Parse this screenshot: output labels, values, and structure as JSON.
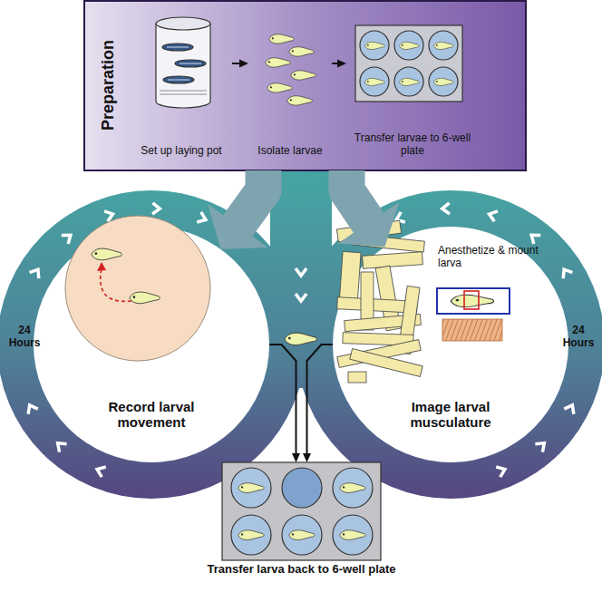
{
  "diagram": {
    "nodes": [
      {
        "text": [
          "Preparation"
        ]
      },
      {
        "text": [
          "Set up laying pot"
        ],
        "in": 0
      },
      {
        "text": [
          "Isolate larvae"
        ],
        "in": 0
      },
      {
        "text": [
          "Transfer larvae to 6-well plate"
        ],
        "in": 0
      },
      {
        "text": [
          "Record larval movement"
        ]
      },
      {
        "text": [
          "Anesthetize & mount larva",
          "Image larval musculature"
        ]
      },
      {
        "text": [
          "Transfer larva back to 6-well plate"
        ]
      }
    ],
    "edges": [
      {
        "from": 1,
        "to": 2,
        "arrow": "to"
      },
      {
        "from": 2,
        "to": 3,
        "arrow": "to"
      },
      {
        "from": 0,
        "to": 4,
        "arrow": "to"
      },
      {
        "from": 0,
        "to": 5,
        "arrow": "to"
      },
      {
        "from": 4,
        "to": 6,
        "arrow": "to"
      },
      {
        "from": 5,
        "to": 6,
        "arrow": "to"
      }
    ],
    "labels": [
      "24 Hours",
      "24 Hours"
    ]
  }
}
